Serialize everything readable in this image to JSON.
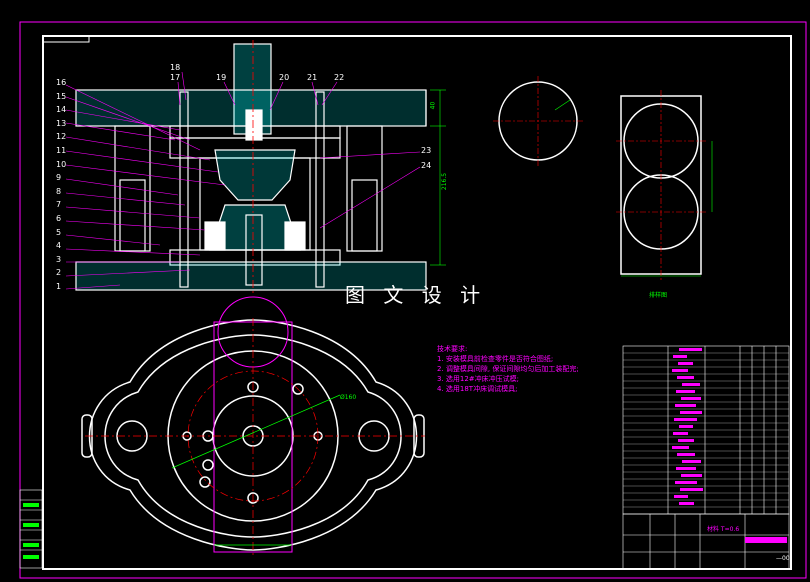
{
  "drawing": {
    "watermark": "图 文 设 计",
    "part_labels": [
      "1",
      "2",
      "3",
      "4",
      "5",
      "6",
      "7",
      "8",
      "9",
      "10",
      "11",
      "12",
      "13",
      "14",
      "15",
      "16"
    ],
    "top_labels": [
      "18",
      "17",
      "19",
      "20",
      "21",
      "22"
    ],
    "right_labels": [
      "23",
      "24"
    ],
    "dim_height": "216.5",
    "dim_top": "40",
    "dim_circle": "Ø160",
    "blank_label": "排样图",
    "tech_requirements": {
      "title": "技术要求:",
      "items": [
        "1. 安装模具前检查零件是否符合图纸;",
        "2. 调整模具间隙, 保证间隙均匀后加工装配完;",
        "3. 选用12#冲床冲压试模;",
        "4. 选用18T冲床调试模具;"
      ]
    },
    "title_block": {
      "material_text": "材料 T=0.6",
      "drawing_no": "—00"
    }
  },
  "colors": {
    "frame": "#ff00ff",
    "outline": "#ffffff",
    "center": "#ff0000",
    "hatch": "#00ffff",
    "dim": "#00ff00",
    "title": "#ff00ff",
    "highlight": "#ff00ff"
  }
}
